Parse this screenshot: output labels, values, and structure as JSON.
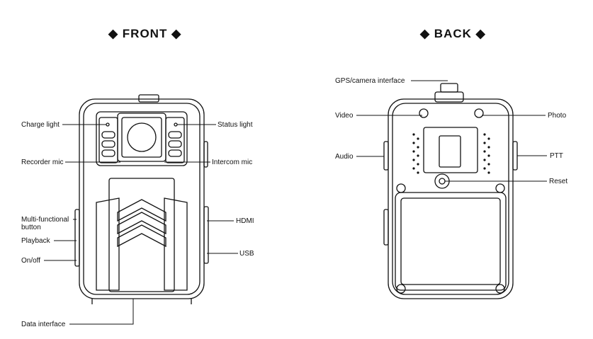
{
  "front": {
    "title": "◆ FRONT ◆",
    "labels": {
      "charge_light": "Charge light",
      "status_light": "Status light",
      "recorder_mic": "Recorder mic",
      "intercom_mic": "Intercom mic",
      "multi_functional_button_1": "Multi-functional",
      "multi_functional_button_2": "button",
      "playback": "Playback",
      "on_off": "On/off",
      "hdmi": "HDMI",
      "usb": "USB",
      "data_interface": "Data interface"
    }
  },
  "back": {
    "title": "◆ BACK ◆",
    "labels": {
      "gps_camera_interface": "GPS/camera interface",
      "video": "Video",
      "photo": "Photo",
      "audio": "Audio",
      "ptt": "PTT",
      "reset": "Reset"
    }
  }
}
